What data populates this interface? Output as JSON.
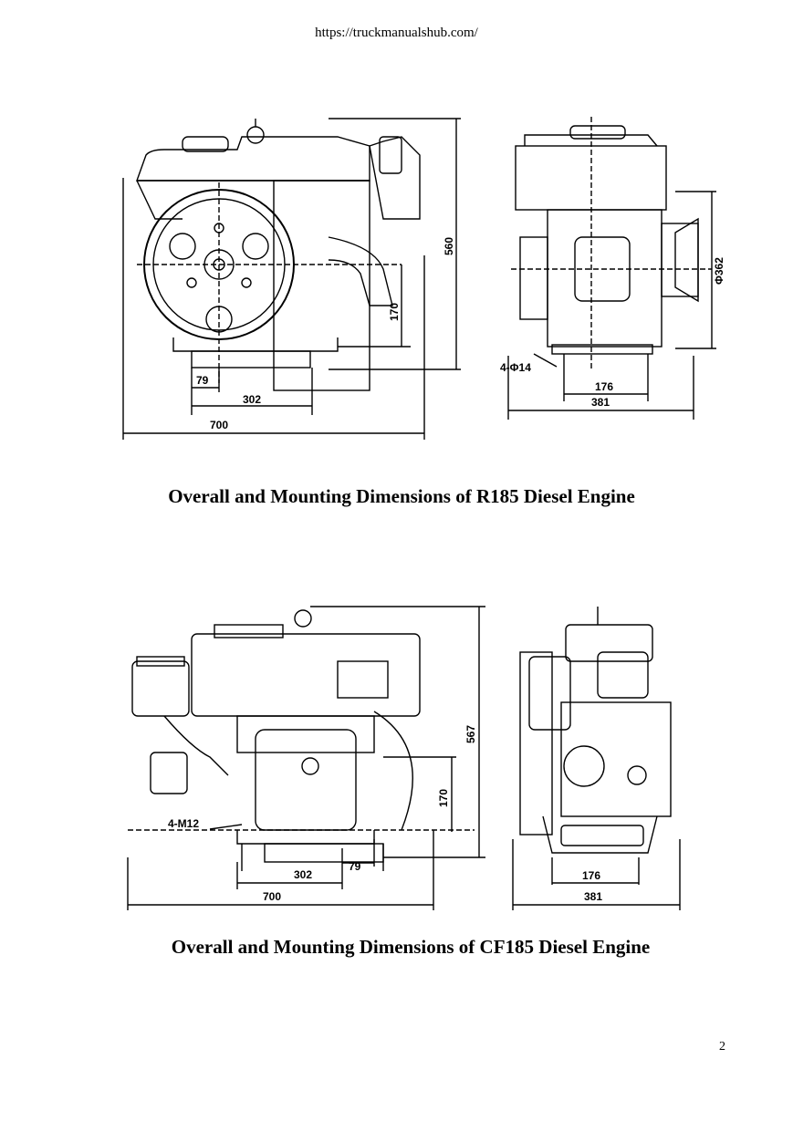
{
  "header": {
    "url": "https://truckmanualshub.com/"
  },
  "figure1": {
    "caption": "Overall and Mounting Dimensions of R185 Diesel Engine",
    "dims": {
      "width": "700",
      "offset": "302",
      "front": "79",
      "height": "560",
      "shaft": "170",
      "holes": "4-Φ14",
      "base": "176",
      "side_width": "381",
      "pulley": "Φ362"
    }
  },
  "figure2": {
    "caption": "Overall and Mounting Dimensions of CF185 Diesel Engine",
    "dims": {
      "width": "700",
      "offset": "302",
      "front": "79",
      "height": "567",
      "shaft": "170",
      "bolts": "4-M12",
      "base": "176",
      "side_width": "381"
    }
  },
  "page_number": "2"
}
